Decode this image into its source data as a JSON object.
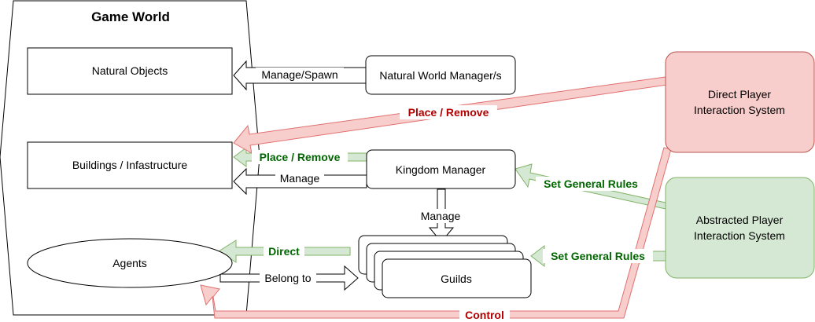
{
  "game_world": {
    "title": "Game World"
  },
  "nodes": {
    "natural_objects": "Natural Objects",
    "buildings": "Buildings / Infastructure",
    "agents": "Agents",
    "natural_world_manager": "Natural World Manager/s",
    "kingdom_manager": "Kingdom Manager",
    "guilds": "Guilds",
    "direct_system_line1": "Direct Player",
    "direct_system_line2": "Interaction System",
    "abstracted_system_line1": "Abstracted Player",
    "abstracted_system_line2": "Interaction System"
  },
  "edges": {
    "manage_spawn": "Manage/Spawn",
    "place_remove_red": "Place / Remove",
    "place_remove_green": "Place / Remove",
    "manage_buildings": "Manage",
    "manage_guilds": "Manage",
    "set_rules_kingdom": "Set General Rules",
    "set_rules_guilds": "Set General Rules",
    "direct": "Direct",
    "belong_to": "Belong to",
    "control": "Control"
  },
  "colors": {
    "red_fill": "#f8cecc",
    "red_stroke": "#e07070",
    "red_text": "#b20000",
    "green_fill": "#d5e8d4",
    "green_stroke": "#82b366",
    "green_text": "#006600"
  }
}
